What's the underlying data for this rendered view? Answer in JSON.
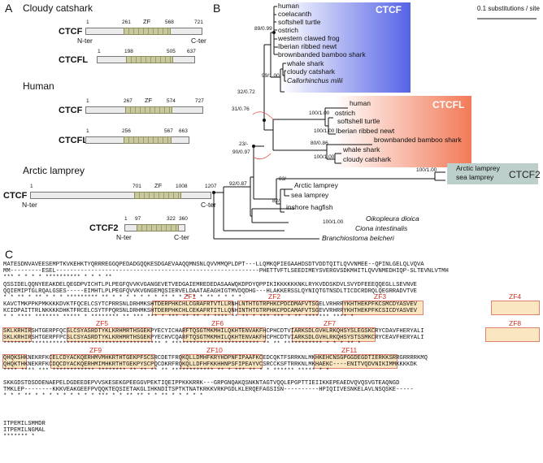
{
  "panels": {
    "a": "A",
    "b": "B",
    "c": "C"
  },
  "panel_a": {
    "species": [
      {
        "name": "Cloudy catshark",
        "proteins": [
          {
            "name": "CTCF",
            "start": "1",
            "zf_start": "261",
            "zf_label": "ZF",
            "zf_end": "568",
            "end": "721",
            "nterm": "N-ter",
            "cterm": "C-ter"
          },
          {
            "name": "CTCFL",
            "start": "1",
            "zf_start": "198",
            "zf_end": "505",
            "end": "637"
          }
        ]
      },
      {
        "name": "Human",
        "proteins": [
          {
            "name": "CTCF",
            "start": "1",
            "zf_start": "267",
            "zf_label": "ZF",
            "zf_end": "574",
            "end": "727"
          },
          {
            "name": "CTCFL",
            "start": "1",
            "zf_start": "256",
            "zf_end": "567",
            "end": "663"
          }
        ]
      },
      {
        "name": "Arctic lamprey",
        "proteins": [
          {
            "name": "CTCF",
            "start": "1",
            "zf_start": "701",
            "zf_label": "ZF",
            "zf_end": "1008",
            "end": "1207",
            "nterm": "N-ter",
            "cterm": "C-ter"
          },
          {
            "name": "CTCF2",
            "start": "1",
            "zf_start": "97",
            "zf_end": "322",
            "end": "360",
            "nterm": "N-ter",
            "cterm": "C-ter"
          }
        ]
      }
    ]
  },
  "panel_b": {
    "scale_label": "0.1 substitutions / site",
    "clade_labels": [
      "CTCF",
      "CTCFL",
      "CTCF2"
    ],
    "clade_colors": {
      "ctcf": "#5563e6",
      "ctcfl": "#f27a58",
      "ctcf2": "#bccfca"
    },
    "taxa": [
      "human",
      "coelacanth",
      "softshell turtle",
      "ostrich",
      "western clawed frog",
      "Iberian ribbed newt",
      "brownbanded bamboo shark",
      "whale shark",
      "cloudy catshark",
      "Callorhinchus milii",
      "human",
      "ostrich",
      "softshell turtle",
      "Iberian ribbed newt",
      "brownbanded bamboo shark",
      "whale shark",
      "cloudy catshark",
      "Arctic lamprey",
      "sea lamprey",
      "Arctic lamprey",
      "sea lamprey",
      "inshore hagfish",
      "Oikopleura dioica",
      "Ciona intestinalis",
      "Branchiostoma belcheri"
    ],
    "supports": [
      "89/0.99",
      "99/1.00",
      "32/0.72",
      "31/0.76",
      "100/1.00",
      "100/1.00",
      "80/0.86",
      "100/1.00",
      "23/-",
      "90/0.97",
      "92/0.87",
      "83/-",
      "82/-",
      "100/1.00",
      "100/1.00"
    ]
  },
  "panel_c": {
    "rows": [
      {
        "s1": "MATESDNVAVEESEMPTKVKEHKTYQRRREGGQPEDADGQQKESDGAEVAAQQMNSNLQVVMMQPLDPT---LLQMKQPIEGAAHDSDTVDDTQITLQVVNMEE--QPINLGELQLVQVA",
        "s2": "MM---------ESEL----------------------------------------------------------PHETTVFTLSEEDIMEYSVERGVSDKMHITLQVVNMEDHIQP-SLTEVNLVTMH",
        "cons": "            ***                                                         *  *   *  *        **********  *  *   *  **   "
      },
      {
        "s1": "QSSIDELQQNYEEAKDELQEGDPVICHTLPLPEGFQVVKVGANGEVETVEDGAIEMREDEDASAAWQKDPDYQPPIKIKKKKKKNKLRYKVDDSKDVLSVYDFEEEQQEGLLSEVNVE",
        "s2": "QQIEMIPTGLRQALGSES-----EIMHTLPLPEGFQVVKVGNGEMQSIERVELDAATAEAGHIGTMVDQDHG---HLAKKERSSLQYNIQTGTNSDLTICDCRDRQLQEGRRADVTVE",
        "cons": " *     *     **   *   ** * * * *********  **  *  *        *    *      *  * *     **   *    *   *  *   *  ** *   *  * *"
      },
      {
        "s1": "KAVCTMKPPKPMKKKKDVKTFQCELCSYTCPRRSNLDRHMKSHTDERPHKCHLCGRAFRTVTLLRNHLNTHTGTRPHKCPDCDMAFVTSGELVRHRRYKHTHEKPFKCSMCDYASVEV",
        "s2": "KCIDPAITTRLNKKKKDHKTFRCELCSYTFPQRSNLDRHMKSHTDERPHKCHLCEKAFRTITLLQNHINTHTGTRPHKCPDCAMAFVTSGEVVRHRRYKHTHEKPFKCSICDYASVEV",
        "cons": "*   *       ****  ******* *****  *  ******** ** ***  ***  * ***  ** ** ** **** ** ** *  *** ***    * ** ******* ****  *"
      },
      {
        "s1": "SKLKRHIRSHTGERPFQCSLCSYASRDTYKLKRHMRTHSGEKPYECYICHARFTQSGTMKMHILQKHTENVAKFHCPHCDTVIARKSDLGVHLRKQHSYSLEGSKCRYCDAVFHERYALI",
        "s2": "SKLKRHIRSHTGERPFPCSLCSYASRDTYKLKRHMRTHSGEKPYECHVCQARFTQSGTMKMHILQKHTENVAKFHCPHCDTVIARKSDLGVHLRKQHSYSTSSMKCRYCEAVFHERYALI",
        "cons": "*********************************************  *  *************************  **  ** ***********  *    *   * **  *"
      },
      {
        "s1": "QHQKSHKNEKRFKCELCDYACKQERHMVMHKRTHTGEKPFSCSRCDETFRQKQLLDMHFKRYHDPNFIPAAFKCEDCQKTFSRRKNLMKHKEHCNSGPGGDEGDTIERKKSRRGRRRRKMQ",
        "s2": "QHQKTHKNEKRFKCDQCDYACKQERHMIMHKRTHTGEKPYSCPQCDKRFRQKQLLDFHFKKHHNPSFIPEAYVCSRCCKSFTRRKNLMKHAEKC----ENITVQDVNIKIMMKKKKDK",
        "cons": "**** **** ***  ************ ******** **  ** ** ** ************  ** * *** **  * *  ****** ***** *      *  "
      },
      {
        "s1": "SKKGDSTDSDDENAEPELDGDEEDEPVVSKESEKGPEEGGVPEKTIQEIPPKKKRRK---GRPGNQAKQSNKNTAGTVQQLEPGPTTIEIIKKEPEAEDVQVQSVGTEAQNGD",
        "s2": "TMKLEP--------KKKVEAKGEEFPVQQKTEQSIETAKGLIHKNDITSPTKTNATKRKKVRKPGDLKLERQEFAGSISN----------HPIQIIVESNKELAVLNSQSKE-----",
        "cons": "  *          *    *   **   *   *  *   *  *  *    *  *   *  ***  *  *  ** **     *   *      ** * *   *   *   *"
      },
      {
        "s1": "ITPEMILSMMDR",
        "s2": "ITPEMILNGMAL",
        "cons": "*******  *   "
      }
    ],
    "zf_labels": [
      "ZF1",
      "ZF2",
      "ZF3",
      "ZF4",
      "ZF5",
      "ZF6",
      "ZF7",
      "ZF8",
      "ZF9",
      "ZF10",
      "ZF11"
    ]
  }
}
